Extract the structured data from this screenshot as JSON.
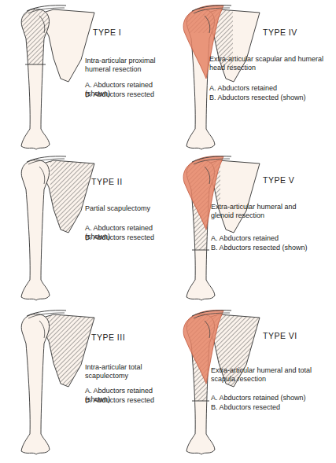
{
  "diagram": {
    "labels": [
      "TYPE I",
      "Intra-articular proximal humeral resection",
      "A. Abductors retained (shown)",
      "B. Abductors resected",
      "TYPE IV",
      "Extra-articular scapular and humeral head resection",
      "A. Abductors retained",
      "B. Abductors resected (shown)",
      "TYPE II",
      "Partial scapulectomy",
      "A. Abductors retained (shown)",
      "B. Abductors resected",
      "TYPE V",
      "Extra-articular humeral and glenoid resection",
      "A. Abductors retained",
      "B. Abductors resected (shown)",
      "TYPE III",
      "Intra-articular total scapulectomy",
      "A. Abductors retained (shown)",
      "B. Abductors resected",
      "TYPE VI",
      "Extra-articular humeral and total scapula resection",
      "A. Abductors retained (shown)",
      "B. Abductors resected"
    ]
  }
}
